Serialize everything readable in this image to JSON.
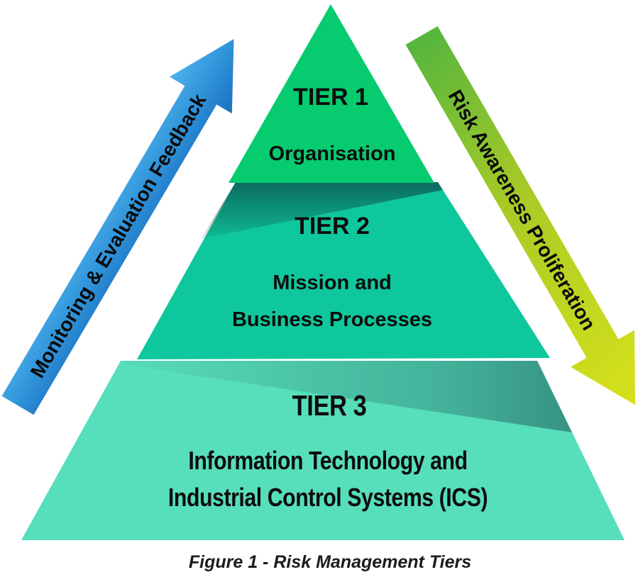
{
  "figure": {
    "caption": "Figure 1 - Risk Management Tiers",
    "text_color": "#0d0d0d",
    "tiers": [
      {
        "name": "TIER 1",
        "lines": [
          "Organisation"
        ],
        "color": "#06cb6f"
      },
      {
        "name": "TIER 2",
        "lines": [
          "Mission and",
          "Business Processes"
        ],
        "color": "#0fc79c"
      },
      {
        "name": "TIER 3",
        "lines": [
          "Information Technology and",
          "Industrial Control Systems (ICS)"
        ],
        "color": "#57debb"
      }
    ],
    "arrows": [
      {
        "label": "Monitoring & Evaluation Feedback",
        "direction": "up-right",
        "color_start": "#4fb3ec",
        "color_end": "#1a6cbe"
      },
      {
        "label": "Risk Awareness Proliferation",
        "direction": "down-right",
        "color_start": "#53b53e",
        "color_end": "#d8e21a"
      }
    ]
  }
}
